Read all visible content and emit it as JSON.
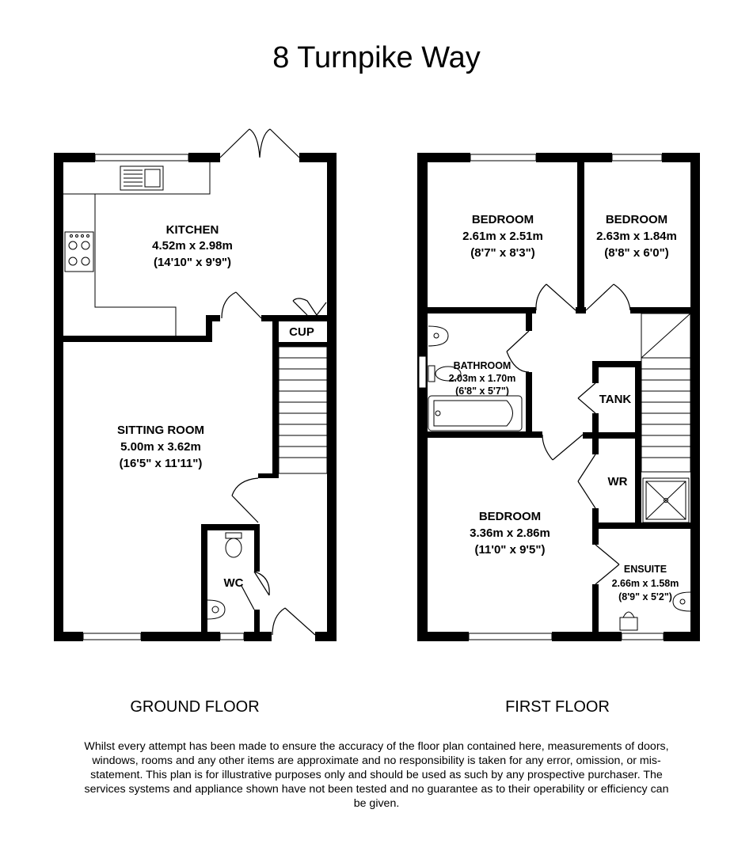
{
  "title": "8 Turnpike Way",
  "ground_floor": {
    "label": "GROUND FLOOR",
    "rooms": {
      "kitchen": {
        "name": "KITCHEN",
        "metric": "4.52m x 2.98m",
        "imperial": "(14'10\" x 9'9\")"
      },
      "sitting_room": {
        "name": "SITTING ROOM",
        "metric": "5.00m x 3.62m",
        "imperial": "(16'5\" x 11'11\")"
      },
      "cup": {
        "name": "CUP"
      },
      "wc": {
        "name": "WC"
      }
    }
  },
  "first_floor": {
    "label": "FIRST FLOOR",
    "rooms": {
      "bedroom_1": {
        "name": "BEDROOM",
        "metric": "2.61m x 2.51m",
        "imperial": "(8'7\" x 8'3\")"
      },
      "bedroom_2": {
        "name": "BEDROOM",
        "metric": "2.63m x 1.84m",
        "imperial": "(8'8\" x 6'0\")"
      },
      "bathroom": {
        "name": "BATHROOM",
        "metric": "2.03m x 1.70m",
        "imperial": "(6'8\" x 5'7\")"
      },
      "tank": {
        "name": "TANK"
      },
      "bedroom_3": {
        "name": "BEDROOM",
        "metric": "3.36m x 2.86m",
        "imperial": "(11'0\" x 9'5\")"
      },
      "wr": {
        "name": "WR"
      },
      "ensuite": {
        "name": "ENSUITE",
        "metric": "2.66m x 1.58m",
        "imperial": "(8'9\" x 5'2\")"
      }
    }
  },
  "disclaimer": "Whilst every attempt has been made to ensure the accuracy of the floor plan contained here, measurements of doors, windows, rooms and any other items are approximate and no responsibility is taken for any error, omission, or mis-statement. This plan is for illustrative purposes only and should be used as such by any prospective purchaser. The services systems and appliance shown have not been tested and no guarantee as to their operability or efficiency can be given."
}
